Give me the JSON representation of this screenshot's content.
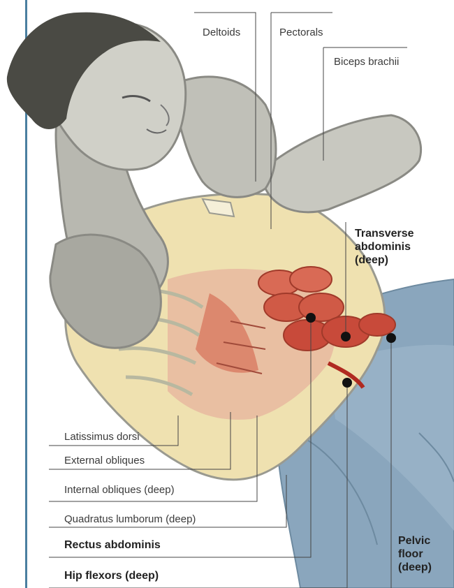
{
  "labels": {
    "deltoids": "Deltoids",
    "pectorals": "Pectorals",
    "biceps": "Biceps brachii",
    "transverse": "Transverse\nabdominis\n(deep)",
    "latissimus": "Latissimus dorsi",
    "external_obliques": "External obliques",
    "internal_obliques": "Internal obliques (deep)",
    "quadratus": "Quadratus lumborum (deep)",
    "rectus": "Rectus abdominis",
    "hip_flexors": "Hip flexors (deep)",
    "pelvic_floor": "Pelvic\nfloor\n(deep)"
  },
  "colors": {
    "accent_bar": "#4a7fa0",
    "skin_grey": "#b8b8b0",
    "shirt_cream": "#efe1b0",
    "muscle_red": "#c84a3a",
    "trousers_blue": "#8aa6bd",
    "hair": "#4a4a44"
  }
}
